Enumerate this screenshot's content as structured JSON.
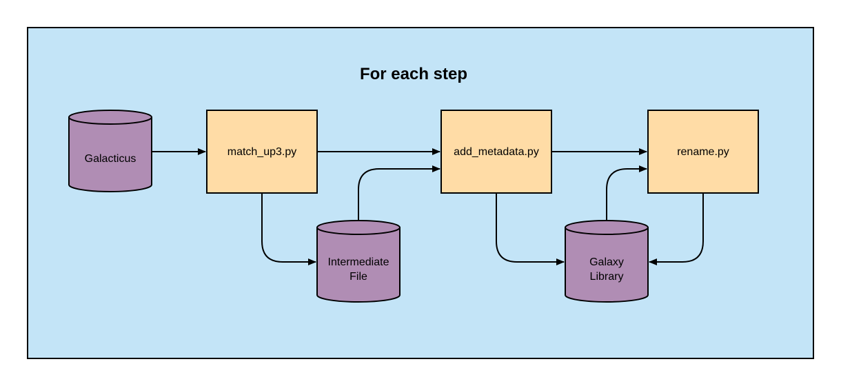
{
  "diagram": {
    "title": "For each step",
    "colors": {
      "background_panel": "#c3e4f7",
      "process_box": "#ffdca6",
      "data_store": "#b08db4",
      "stroke": "#000000"
    },
    "nodes": {
      "galacticus": {
        "lines": [
          "Galacticus"
        ],
        "shape": "cylinder"
      },
      "match_up3": {
        "lines": [
          "match_up3.py"
        ],
        "shape": "process"
      },
      "add_metadata": {
        "lines": [
          "add_metadata.py"
        ],
        "shape": "process"
      },
      "rename": {
        "lines": [
          "rename.py"
        ],
        "shape": "process"
      },
      "intermediate": {
        "lines": [
          "Intermediate",
          "File"
        ],
        "shape": "cylinder"
      },
      "galaxy_library": {
        "lines": [
          "Galaxy",
          "Library"
        ],
        "shape": "cylinder"
      }
    },
    "edges": [
      {
        "from": "galacticus",
        "to": "match_up3"
      },
      {
        "from": "match_up3",
        "to": "add_metadata"
      },
      {
        "from": "add_metadata",
        "to": "rename"
      },
      {
        "from": "match_up3",
        "to": "intermediate"
      },
      {
        "from": "intermediate",
        "to": "add_metadata"
      },
      {
        "from": "add_metadata",
        "to": "galaxy_library"
      },
      {
        "from": "galaxy_library",
        "to": "rename"
      },
      {
        "from": "rename",
        "to": "galaxy_library"
      }
    ]
  }
}
